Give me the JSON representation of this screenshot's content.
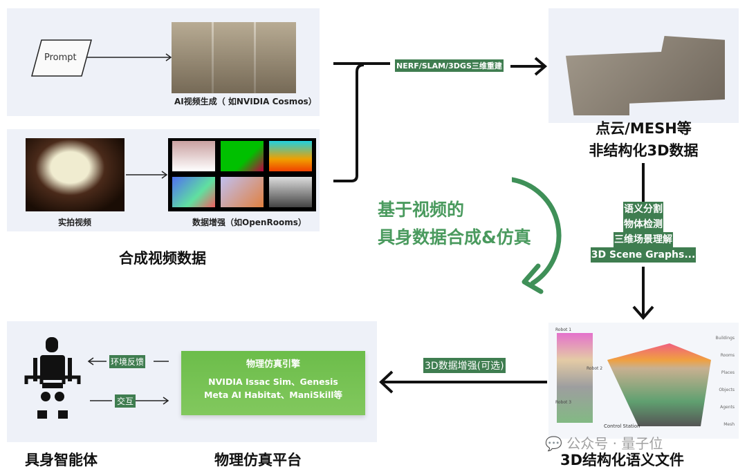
{
  "top_panel": {
    "prompt": "Prompt",
    "ai_video_caption": "AI视频生成（ 如NVIDIA Cosmos）"
  },
  "bottom_panel": {
    "real_video_caption": "实拍视频",
    "augment_caption": "数据增强（如OpenRooms）"
  },
  "synthetic_title": "合成视频数据",
  "recon_label": "NERF/SLAM/3DGS三维重建",
  "pointcloud_title": [
    "点云/MESH等",
    "非结构化3D数据"
  ],
  "center_title": [
    "基于视频的",
    "具身数据合成&仿真"
  ],
  "steps": [
    "语义分割",
    "物体检测",
    "三维场景理解",
    "3D Scene Graphs..."
  ],
  "augment_3d_label": "3D数据增强(可选)",
  "sim_engine": {
    "title": "物理仿真引擎",
    "line1": "NVIDIA Issac Sim、Genesis",
    "line2": "Meta AI Habitat、ManiSkill等"
  },
  "feedback_label": "环境反馈",
  "interact_label": "交互",
  "bottom_titles": {
    "agent": "具身智能体",
    "platform": "物理仿真平台",
    "semantic": "3D结构化语义文件"
  },
  "scene_graph_labels": [
    "Buildings",
    "Rooms",
    "Places",
    "Objects",
    "Agents",
    "Mesh",
    "Robot 1",
    "Robot 2",
    "Robot 3",
    "Control Station"
  ],
  "watermark": "公众号 · 量子位",
  "colors": {
    "green": "#3f7d50",
    "text_green": "#4a9a5e",
    "panel": "#eef1f8"
  }
}
